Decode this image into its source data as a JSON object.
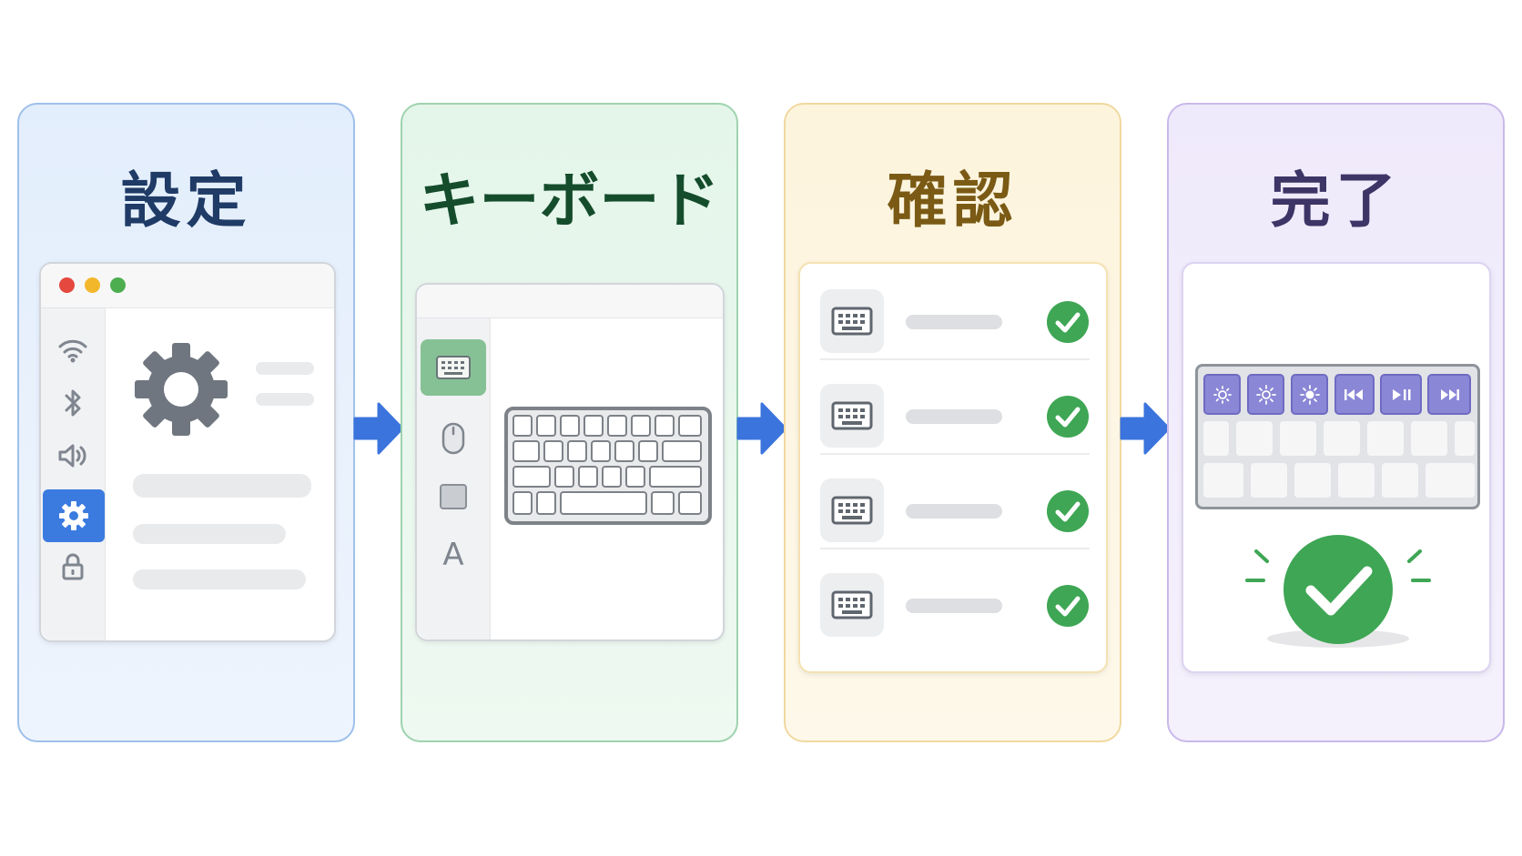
{
  "steps": [
    {
      "title": "設定"
    },
    {
      "title": "キーボード"
    },
    {
      "title": "確認"
    },
    {
      "title": "完了"
    }
  ],
  "settings_window": {
    "traffic_lights": [
      "#e5483e",
      "#f2b72b",
      "#4cae4f"
    ],
    "sidebar_icons": [
      "wifi-icon",
      "bluetooth-icon",
      "speaker-icon",
      "gear-icon",
      "lock-icon"
    ],
    "active_index": 3
  },
  "keyboard_window": {
    "sidebar_icons": [
      "keyboard-icon",
      "mouse-icon",
      "trackpad-icon",
      "text-icon"
    ],
    "text_icon_label": "A"
  },
  "confirm_list": {
    "row_count": 4,
    "icons": [
      "keyboard-icon",
      "check-icon"
    ],
    "check_color": "#3ea654"
  },
  "done_card": {
    "function_keys": [
      "brightness-down-icon",
      "brightness-up-icon",
      "brightness-icon",
      "rewind-icon",
      "play-pause-icon",
      "fast-forward-icon"
    ],
    "success_color": "#3ea654"
  },
  "colors": {
    "arrow": "#3b74dc",
    "step1": "#1f3b66",
    "step2": "#154d2c",
    "step3": "#7a5a14",
    "step4": "#3d3566"
  }
}
